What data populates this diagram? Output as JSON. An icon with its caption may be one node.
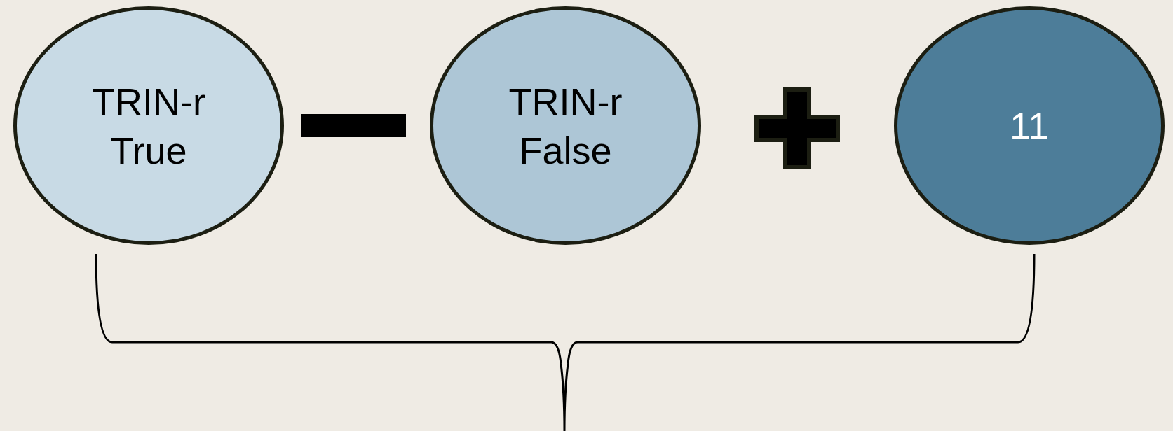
{
  "diagram": {
    "nodes": [
      {
        "text": [
          "TRIN-r True"
        ]
      },
      {
        "text": [],
        "shape": "bar"
      },
      {
        "text": [
          "TRIN-r False"
        ]
      },
      {
        "text": [],
        "shape": "cross"
      },
      {
        "text": [
          "11"
        ]
      }
    ]
  }
}
